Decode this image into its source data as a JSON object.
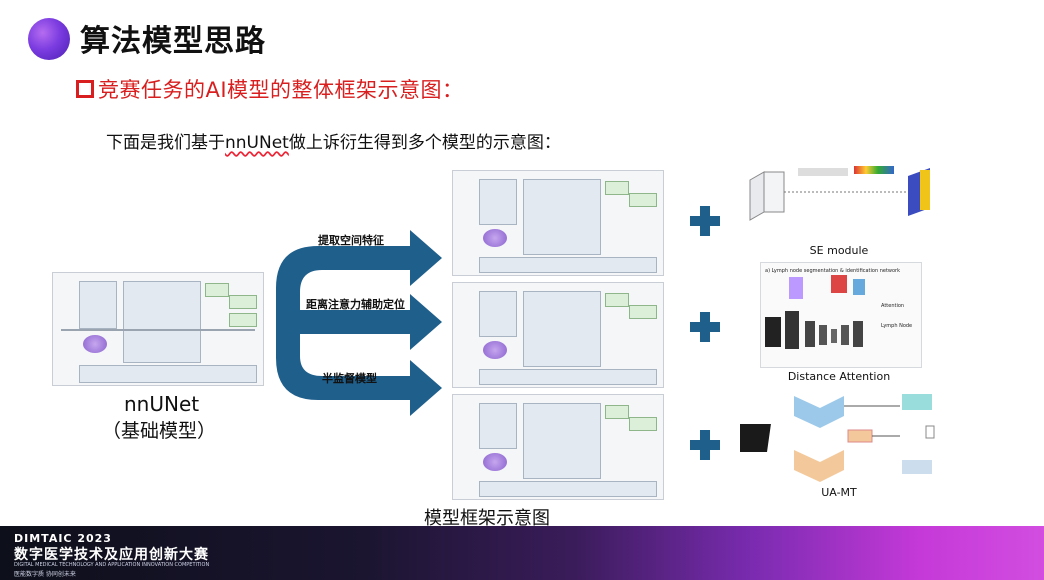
{
  "header": {
    "title": "算法模型思路",
    "subtitle": "竞赛任务的AI模型的整体框架示意图："
  },
  "description": {
    "prefix": "下面是我们基于",
    "highlight": "nnUNet",
    "suffix": "做上诉衍生得到多个模型的示意图："
  },
  "base_model": {
    "name": "nnUNet",
    "sub": "（基础模型）"
  },
  "branches": [
    {
      "label": "提取空间特征"
    },
    {
      "label": "距离注意力辅助定位"
    },
    {
      "label": "半监督模型"
    }
  ],
  "modules": [
    {
      "caption": "SE module"
    },
    {
      "caption": "Distance Attention"
    },
    {
      "caption": "UA-MT"
    }
  ],
  "diagram_caption": "模型框架示意图",
  "footer": {
    "event": "DIMTAIC 2023",
    "name": "数字医学技术及应用创新大赛",
    "english": "DIGITAL MEDICAL TECHNOLOGY AND APPLICATION INNOVATION COMPETITION",
    "slogan": "医能数字质 协同创未来"
  },
  "colors": {
    "accent_red": "#d81e1e",
    "arrow_blue": "#1f5f8c",
    "footer_purple": "#7a2bb0"
  }
}
